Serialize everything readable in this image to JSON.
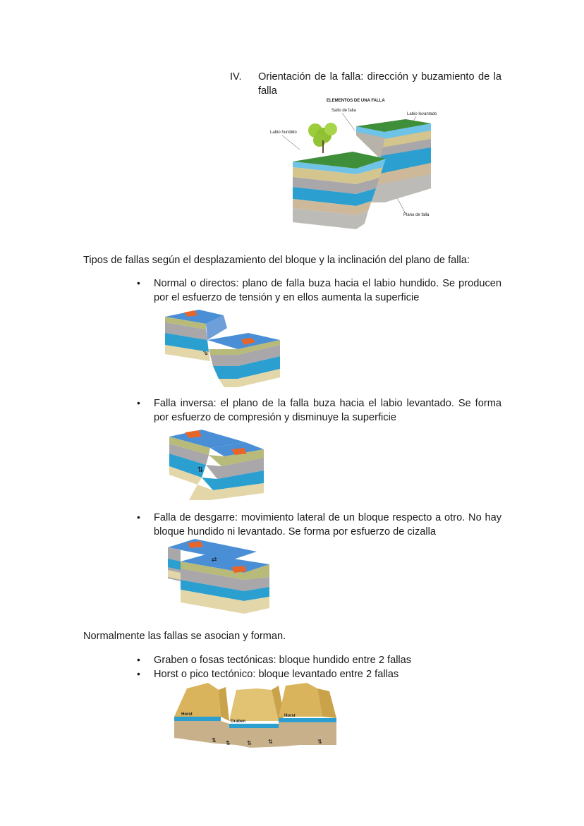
{
  "section_iv": {
    "numeral": "IV.",
    "heading": "Orientación de la falla: dirección y buzamiento de la falla"
  },
  "figure_elements": {
    "title": "ELEMENTOS DE UNA FALLA",
    "labels": {
      "salto": "Salto de falla",
      "labio_levantado": "Labio levantado",
      "labio_hundido": "Labio hundido",
      "plano": "Plano de falla"
    }
  },
  "types_intro": "Tipos de fallas según el desplazamiento del bloque y la inclinación del plano de falla:",
  "fault_types": [
    {
      "text": "Normal o directos: plano de falla buza hacia el labio hundido. Se producen por el esfuerzo de tensión y en ellos aumenta la superficie",
      "figure": "normal-fault-diagram"
    },
    {
      "text": "Falla inversa: el plano de la falla buza hacia el labio levantado. Se forma por esfuerzo de compresión y disminuye la superficie",
      "figure": "reverse-fault-diagram"
    },
    {
      "text": "Falla de desgarre: movimiento lateral de un bloque respecto a otro. No hay bloque hundido ni levantado. Se forma por esfuerzo de cizalla",
      "figure": "strike-slip-fault-diagram"
    }
  ],
  "association_intro": "Normalmente las fallas se asocian y forman.",
  "associations": [
    {
      "text": "Graben o fosas tectónicas: bloque hundido entre 2 fallas"
    },
    {
      "text": "Horst o pico tectónico: bloque levantado entre 2 fallas"
    }
  ],
  "figure_graben_horst": {
    "labels": {
      "horst_left": "Horst",
      "graben": "Graben",
      "horst_right": "Horst"
    }
  },
  "bullet_symbol": "•",
  "colors": {
    "text": "#1a1a1a",
    "blue_layer": "#2b9fd0",
    "top_blue": "#4a8fd6",
    "sand_layer": "#e3d6a8",
    "grey_layer": "#a9a7a9",
    "olive_layer": "#b8ba7a",
    "grass": "#3f8e3a",
    "orange_patch": "#e8652a",
    "horst_sand": "#d9b45c"
  }
}
